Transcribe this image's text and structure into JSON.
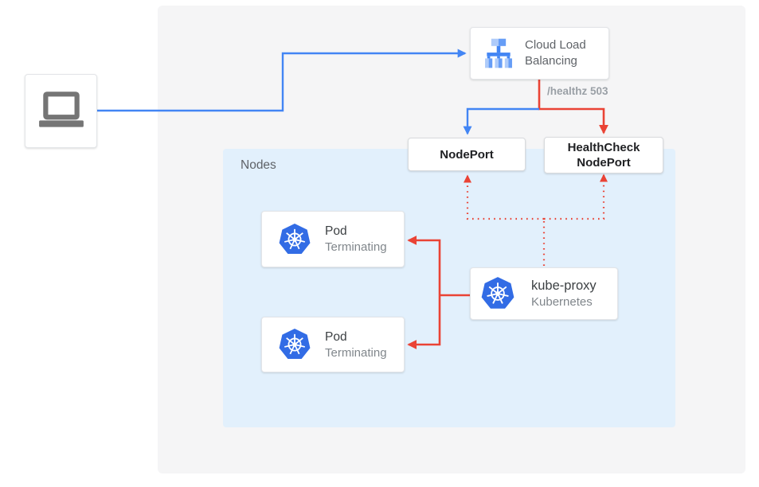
{
  "colors": {
    "traffic_blue": "#4285f4",
    "error_red": "#ea4335",
    "kubernetes_blue": "#326ce5",
    "nodes_panel_bg": "#e2f0fc",
    "canvas_bg": "#f5f5f6"
  },
  "client": {
    "icon": "laptop-icon"
  },
  "load_balancer": {
    "icon": "cloud-load-balancing-icon",
    "label": "Cloud Load Balancing"
  },
  "nodeport": {
    "label": "NodePort"
  },
  "healthcheck_nodeport": {
    "label": "HealthCheck NodePort"
  },
  "nodes_panel": {
    "label": "Nodes"
  },
  "pods": [
    {
      "icon": "kubernetes-icon",
      "title": "Pod",
      "status": "Terminating"
    },
    {
      "icon": "kubernetes-icon",
      "title": "Pod",
      "status": "Terminating"
    }
  ],
  "kube_proxy": {
    "icon": "kubernetes-icon",
    "title": "kube-proxy",
    "subtitle": "Kubernetes"
  },
  "edges": {
    "client_to_lb": {
      "from": "client",
      "to": "load_balancer",
      "style": "solid",
      "color": "#4285f4"
    },
    "lb_to_nodeport": {
      "from": "load_balancer",
      "to": "nodeport",
      "style": "solid",
      "color": "#4285f4"
    },
    "lb_to_healthcheck": {
      "from": "load_balancer",
      "to": "healthcheck_nodeport",
      "style": "solid",
      "color": "#ea4335",
      "label": "/healthz 503"
    },
    "kubeproxy_to_pods": {
      "from": "kube_proxy",
      "to": "pods",
      "style": "solid",
      "color": "#ea4335"
    },
    "kubeproxy_to_nodeports": {
      "from": "kube_proxy",
      "to": "nodeport, healthcheck_nodeport",
      "style": "dotted",
      "color": "#ea4335"
    }
  }
}
